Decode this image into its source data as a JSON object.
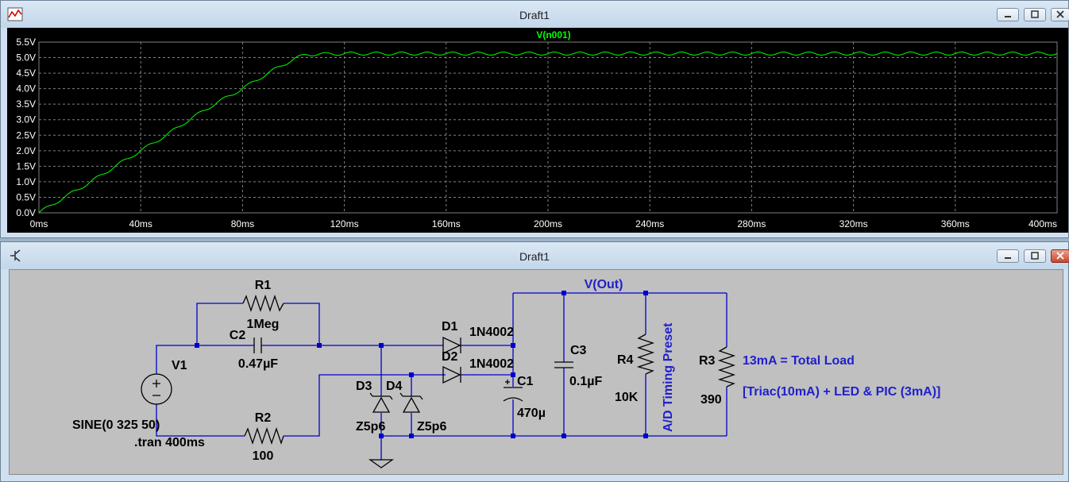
{
  "plot_window": {
    "title": "Draft1",
    "trace_label": "V(n001)",
    "y_ticks": [
      "5.5V",
      "5.0V",
      "4.5V",
      "4.0V",
      "3.5V",
      "3.0V",
      "2.5V",
      "2.0V",
      "1.5V",
      "1.0V",
      "0.5V",
      "0.0V"
    ],
    "x_ticks": [
      "0ms",
      "40ms",
      "80ms",
      "120ms",
      "160ms",
      "200ms",
      "240ms",
      "280ms",
      "320ms",
      "360ms",
      "400ms"
    ],
    "colors": {
      "trace": "#00ff00",
      "grid": "#808080",
      "tick_text": "#ffffff",
      "background": "#000000"
    }
  },
  "chart_data": {
    "type": "line",
    "title": "V(n001)",
    "xlabel": "",
    "ylabel": "",
    "xlim": [
      0,
      400
    ],
    "ylim": [
      0,
      5.5
    ],
    "x_unit": "ms",
    "y_unit": "V",
    "grid": true,
    "series": [
      {
        "name": "V(n001)",
        "x": [
          0,
          10,
          20,
          30,
          40,
          50,
          60,
          70,
          80,
          90,
          100,
          105,
          120,
          160,
          200,
          240,
          280,
          320,
          360,
          400
        ],
        "y": [
          0,
          0.5,
          0.98,
          1.5,
          2.0,
          2.5,
          3.05,
          3.55,
          4.0,
          4.5,
          4.95,
          5.1,
          5.13,
          5.13,
          5.13,
          5.13,
          5.13,
          5.13,
          5.13,
          5.13
        ],
        "ripple_period_ms": 10,
        "ripple_amplitude_v": 0.05
      }
    ]
  },
  "schematic_window": {
    "title": "Draft1",
    "net_label": "V(Out)",
    "components": {
      "r1_name": "R1",
      "r1_value": "1Meg",
      "c2_name": "C2",
      "c2_value": "0.47µF",
      "v1_name": "V1",
      "v1_value": "SINE(0 325 50)",
      "tran": ".tran 400ms",
      "r2_name": "R2",
      "r2_value": "100",
      "d1_name": "D1",
      "d1_value": "1N4002",
      "d2_name": "D2",
      "d2_value": "1N4002",
      "d3_name": "D3",
      "d3_value": "Z5p6",
      "d4_name": "D4",
      "d4_value": "Z5p6",
      "c1_name": "C1",
      "c1_value": "470µ",
      "c3_name": "C3",
      "c3_value": "0.1µF",
      "r4_name": "R4",
      "r4_value": "10K",
      "r4_comment": "A/D Timing Preset",
      "r3_name": "R3",
      "r3_value": "390"
    },
    "notes": [
      "13mA = Total Load",
      "[Triac(10mA) + LED & PIC (3mA)]"
    ],
    "colors": {
      "wire": "#0000cc",
      "note": "#1f1fcc",
      "background": "#c0c0c0"
    }
  }
}
